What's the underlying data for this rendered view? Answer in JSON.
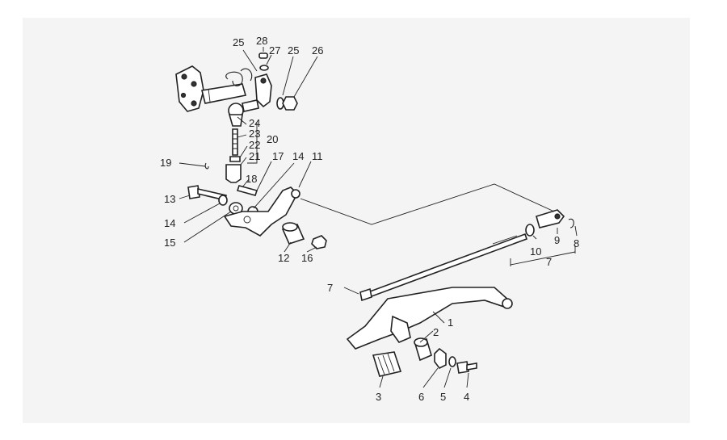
{
  "colors": {
    "background": "#f4f4f4",
    "ink": "#222222"
  },
  "callouts": [
    "1",
    "2",
    "3",
    "4",
    "5",
    "6",
    "7",
    "7",
    "8",
    "9",
    "10",
    "11",
    "12",
    "13",
    "14",
    "14",
    "15",
    "16",
    "17",
    "18",
    "19",
    "20",
    "21",
    "22",
    "23",
    "24",
    "25",
    "25",
    "26",
    "27",
    "28"
  ]
}
